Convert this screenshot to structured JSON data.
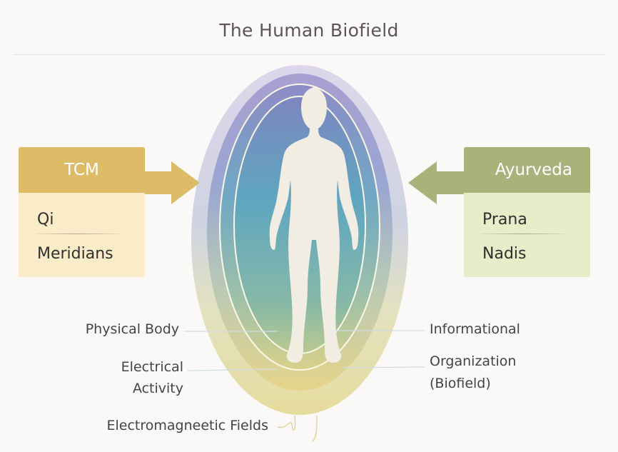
{
  "title": "The Human Biofield",
  "tcm": {
    "header": "TCM",
    "items": [
      "Qi",
      "Meridians"
    ],
    "color": "#dcbc66"
  },
  "ayurveda": {
    "header": "Ayurveda",
    "items": [
      "Prana",
      "Nadis"
    ],
    "color": "#a9b27a"
  },
  "labels": {
    "physical_body": "Physical Body",
    "electrical_1": "Electrical",
    "electrical_2": "Activity",
    "em_fields": "Electromagneetic Fields",
    "informational": "Informational",
    "organization_1": "Organization",
    "organization_2": "(Biofield)"
  }
}
